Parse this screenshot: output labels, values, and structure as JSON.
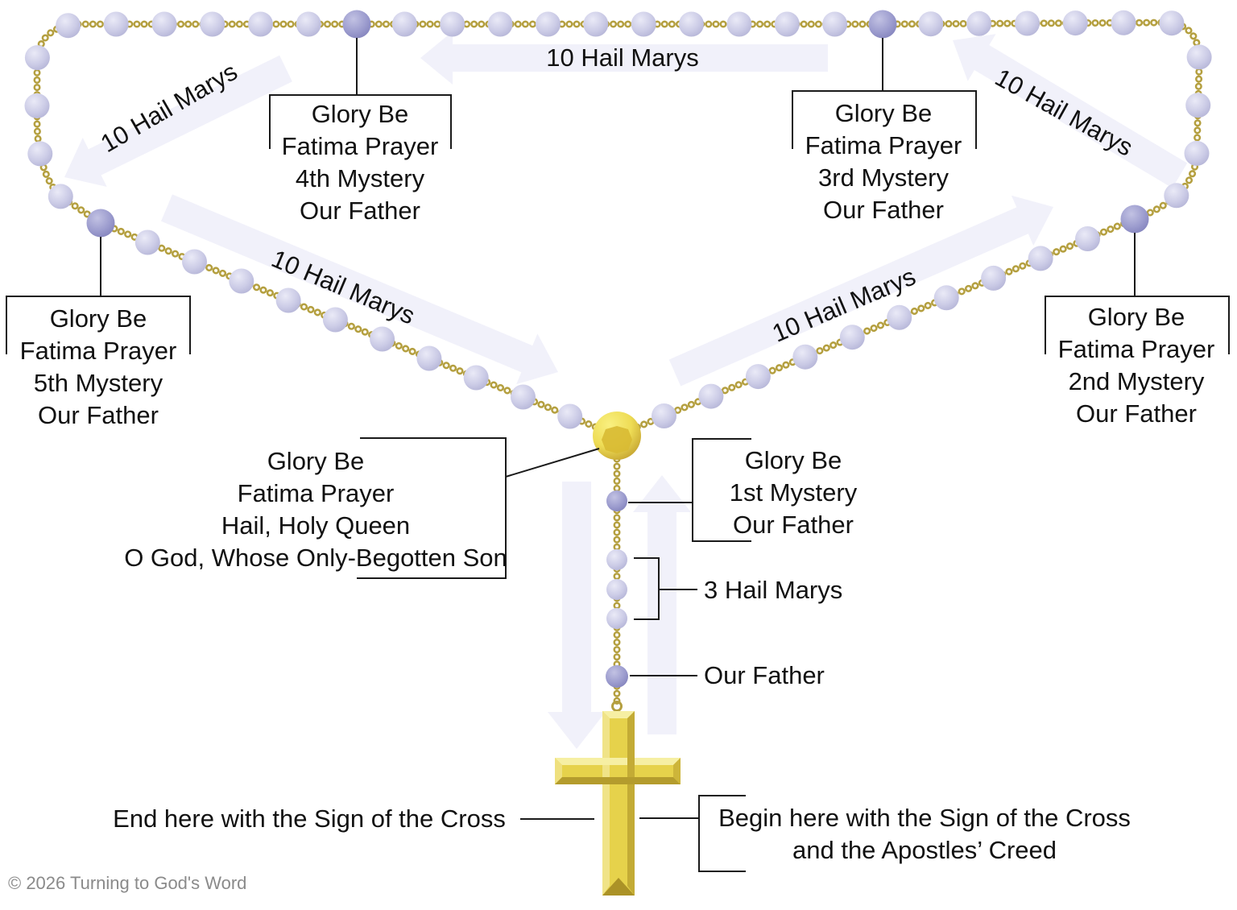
{
  "labels": {
    "hail_marys_top": "10 Hail Marys",
    "hail_marys_top_left": "10 Hail Marys",
    "hail_marys_top_right": "10 Hail Marys",
    "hail_marys_lower_left": "10 Hail Marys",
    "hail_marys_lower_right": "10 Hail Marys",
    "three_hail_marys": "3 Hail Marys",
    "our_father": "Our Father",
    "end_here": "End here with the Sign of the Cross",
    "begin_here_line1": "Begin here with the Sign of the Cross",
    "begin_here_line2": "and the Apostles’ Creed",
    "copyright": "© 2026 Turning to God's Word"
  },
  "boxes": {
    "fourth_mystery": {
      "lines": [
        "Glory Be",
        "Fatima Prayer",
        "4th Mystery",
        "Our Father"
      ]
    },
    "third_mystery": {
      "lines": [
        "Glory Be",
        "Fatima Prayer",
        "3rd Mystery",
        "Our Father"
      ]
    },
    "fifth_mystery": {
      "lines": [
        "Glory Be",
        "Fatima Prayer",
        "5th Mystery",
        "Our Father"
      ]
    },
    "second_mystery": {
      "lines": [
        "Glory Be",
        "Fatima Prayer",
        "2nd Mystery",
        "Our Father"
      ]
    },
    "closing_prayers": {
      "lines": [
        "Glory Be",
        "Fatima Prayer",
        "Hail, Holy Queen",
        "O God, Whose Only-Begotten Son"
      ]
    },
    "first_mystery": {
      "lines": [
        "Glory Be",
        "1st Mystery",
        "Our Father"
      ]
    }
  },
  "colors": {
    "gold_chain": "#b49f3f",
    "chain_hole": "#fbf9ee",
    "bead_light_edge": "#b4b4d6",
    "bead_dark_edge": "#8484bc",
    "arrow_fill": "#f1f1fa",
    "cross_gold": "#e6d24b",
    "cross_highlight": "#f6efa3",
    "cross_shadow": "#b49c2d",
    "line_black": "#1a1a1a",
    "text_black": "#111111",
    "copyright_gray": "#8a8a8a"
  }
}
